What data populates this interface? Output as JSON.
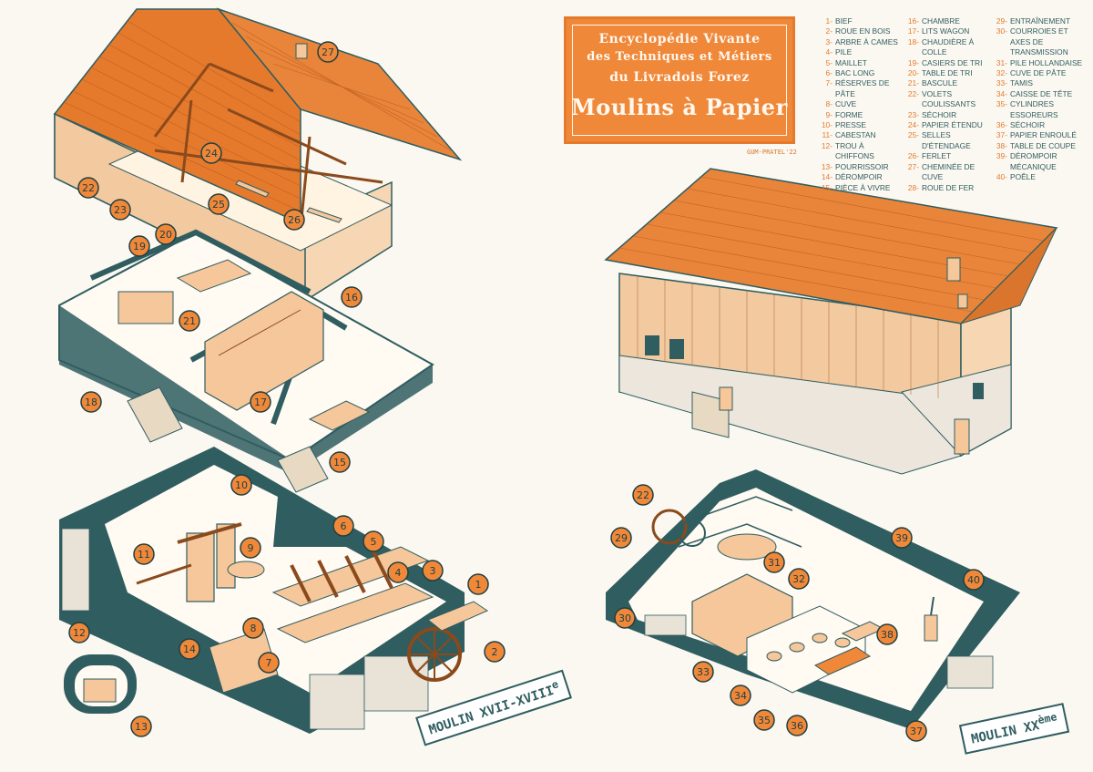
{
  "title": {
    "line1": "Encyclopédie Vivante",
    "line2": "des Techniques et Métiers",
    "line3": "du Livradois Forez",
    "line4": "Moulins à Papier"
  },
  "credit": "GUM-PRATEL'22",
  "legend": [
    {
      "n": "1",
      "label": "Bief"
    },
    {
      "n": "2",
      "label": "Roue en bois"
    },
    {
      "n": "3",
      "label": "Arbre à cames"
    },
    {
      "n": "4",
      "label": "Pile"
    },
    {
      "n": "5",
      "label": "Maillet"
    },
    {
      "n": "6",
      "label": "Bac long"
    },
    {
      "n": "7",
      "label": "Réserves de pâte"
    },
    {
      "n": "8",
      "label": "Cuve"
    },
    {
      "n": "9",
      "label": "Forme"
    },
    {
      "n": "10",
      "label": "Presse"
    },
    {
      "n": "11",
      "label": "Cabestan"
    },
    {
      "n": "12",
      "label": "Trou à chiffons"
    },
    {
      "n": "13",
      "label": "Pourrissoir"
    },
    {
      "n": "14",
      "label": "Dérompoir"
    },
    {
      "n": "15",
      "label": "Pièce à vivre"
    },
    {
      "n": "16",
      "label": "Chambre"
    },
    {
      "n": "17",
      "label": "Lits wagon"
    },
    {
      "n": "18",
      "label": "Chaudière à colle"
    },
    {
      "n": "19",
      "label": "Casiers de tri"
    },
    {
      "n": "20",
      "label": "Table de tri"
    },
    {
      "n": "21",
      "label": "Bascule"
    },
    {
      "n": "22",
      "label": "Volets coulissants"
    },
    {
      "n": "23",
      "label": "Séchoir"
    },
    {
      "n": "24",
      "label": "Papier étendu"
    },
    {
      "n": "25",
      "label": "Selles d'étendage"
    },
    {
      "n": "26",
      "label": "Ferlet"
    },
    {
      "n": "27",
      "label": "Cheminée de cuve"
    },
    {
      "n": "28",
      "label": "Roue de fer"
    },
    {
      "n": "29",
      "label": "Entraînement"
    },
    {
      "n": "30",
      "label": "Courroies et axes de transmission"
    },
    {
      "n": "31",
      "label": "Pile hollandaise"
    },
    {
      "n": "32",
      "label": "Cuve de pâte"
    },
    {
      "n": "33",
      "label": "Tamis"
    },
    {
      "n": "34",
      "label": "Caisse de tête"
    },
    {
      "n": "35",
      "label": "Cylindres essoreurs"
    },
    {
      "n": "36",
      "label": "Séchoir"
    },
    {
      "n": "37",
      "label": "Papier enroulé"
    },
    {
      "n": "38",
      "label": "Table de coupe"
    },
    {
      "n": "39",
      "label": "Dérompoir mécanique"
    },
    {
      "n": "40",
      "label": "Poêle"
    }
  ],
  "moulin_left": "MOULIN XVII-XVIII",
  "moulin_left_sup": "e",
  "moulin_right": "MOULIN XX",
  "moulin_right_sup": "ème",
  "markers": [
    "27",
    "24",
    "22",
    "23",
    "25",
    "26",
    "19",
    "20",
    "16",
    "21",
    "18",
    "17",
    "15",
    "10",
    "6",
    "5",
    "9",
    "11",
    "4",
    "3",
    "1",
    "8",
    "14",
    "7",
    "2",
    "12",
    "13",
    "22",
    "29",
    "31",
    "39",
    "32",
    "40",
    "30",
    "38",
    "33",
    "34",
    "35",
    "36",
    "37"
  ],
  "colors": {
    "orange": "#f0883a",
    "teal": "#2f5d60",
    "roof": "#e57a2c",
    "wood": "#f6c79a",
    "paper": "#fbf8f1"
  }
}
